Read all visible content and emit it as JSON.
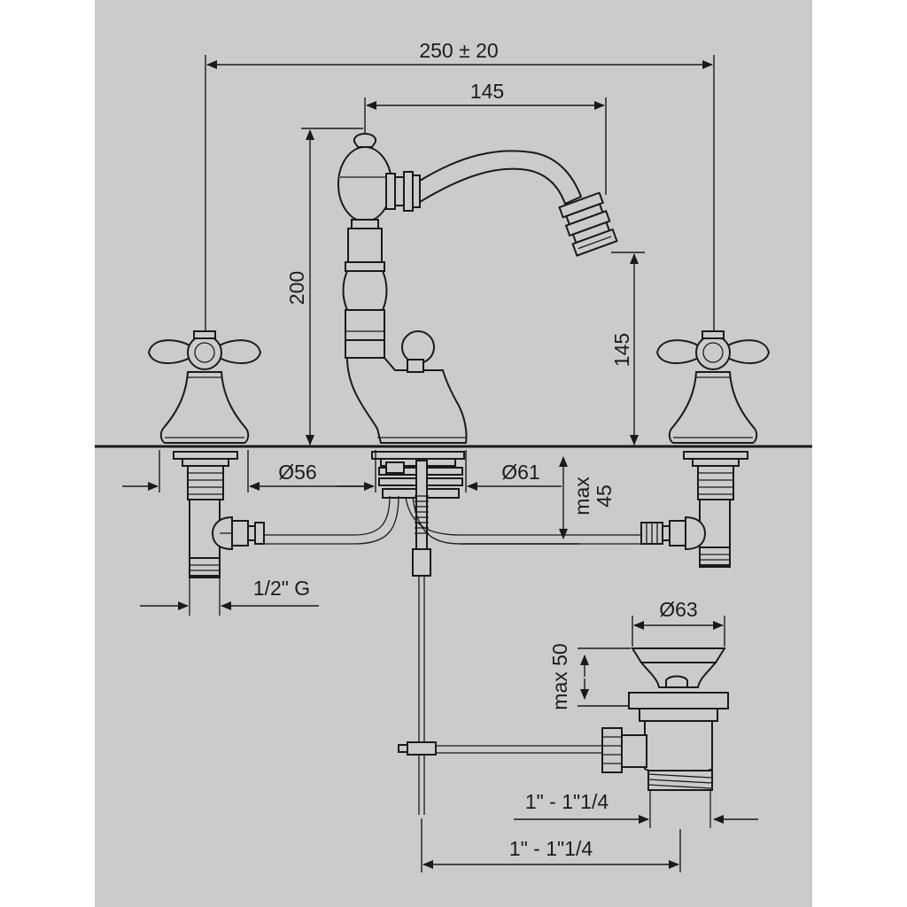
{
  "dimensions": {
    "overall_width": "250 ± 20",
    "spout_reach": "145",
    "body_height": "200",
    "spout_height": "145",
    "left_base_diameter": "Ø56",
    "center_base_diameter": "Ø61",
    "max_deck_thickness_line1": "max",
    "max_deck_thickness_line2": "45",
    "inlet_thread": "1/2\" G",
    "waste_diameter": "Ø63",
    "waste_max_rise": "max 50",
    "waste_thread_upper": "1\" - 1\"1/4",
    "waste_thread_lower": "1\" - 1\"1/4"
  },
  "colors": {
    "background": "#cbcbcb",
    "line": "#1a1a1a"
  }
}
